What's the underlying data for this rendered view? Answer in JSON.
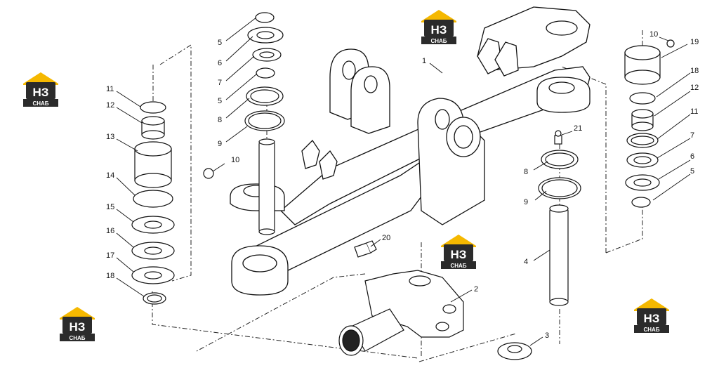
{
  "watermark": {
    "mark": "НЗ",
    "caption": "СНАБ",
    "colors": {
      "roof": "#f5b800",
      "body": "#2b2b2b",
      "text": "#ffffff"
    }
  },
  "callouts": [
    "1",
    "2",
    "3",
    "4",
    "5",
    "6",
    "7",
    "8",
    "9",
    "10",
    "11",
    "12",
    "13",
    "14",
    "15",
    "16",
    "17",
    "18",
    "19",
    "20",
    "21"
  ],
  "left_stack_labels": [
    "11",
    "12",
    "13",
    "14",
    "15",
    "16",
    "17",
    "18"
  ],
  "top_stack_labels": [
    "5",
    "6",
    "7",
    "5",
    "8",
    "9",
    "10"
  ],
  "right_stack_labels": [
    "10",
    "19",
    "18",
    "12",
    "11",
    "7",
    "6",
    "5"
  ],
  "center_labels": [
    "1",
    "21",
    "8",
    "9",
    "4",
    "20",
    "2",
    "3"
  ]
}
